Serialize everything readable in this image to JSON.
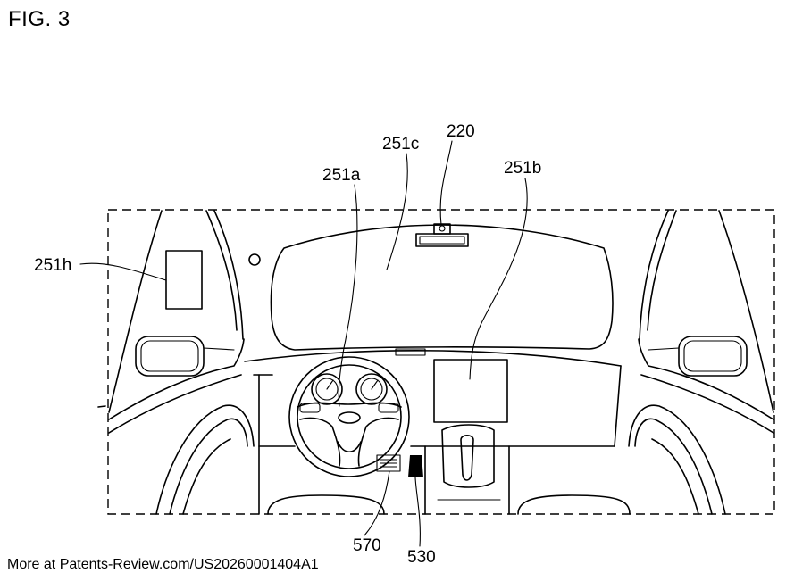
{
  "figure_title": "FIG. 3",
  "footer": "More at Patents-Review.com/US20260001404A1",
  "labels": {
    "l220": "220",
    "l251c": "251c",
    "l251a": "251a",
    "l251b": "251b",
    "l251h": "251h",
    "l570": "570",
    "l530": "530"
  }
}
